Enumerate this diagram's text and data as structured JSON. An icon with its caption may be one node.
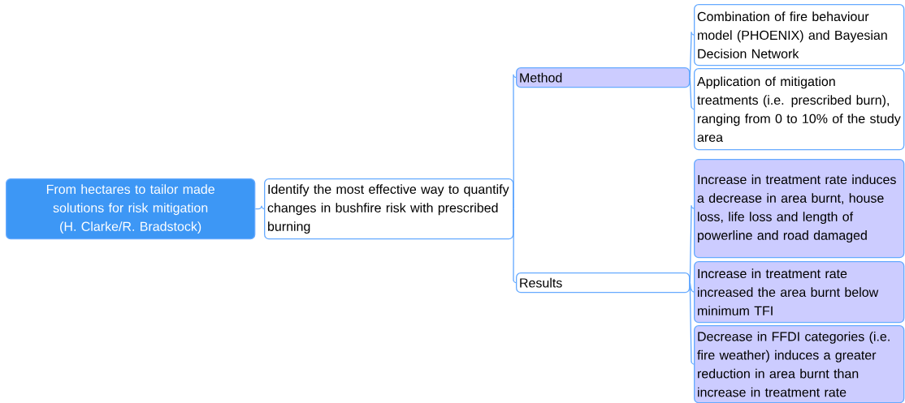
{
  "diagram": {
    "nodes": [
      {
        "text": [
          "From hectares to tailor made solutions for risk mitigation (H. Clarke/R. Bradstock)"
        ]
      },
      {
        "text": [
          "Identify the most effective way to quantify changes in bushfire risk with prescribed burning"
        ]
      },
      {
        "text": [
          "Method"
        ]
      },
      {
        "text": [
          "Results"
        ]
      },
      {
        "text": [
          "Combination of fire behaviour model (PHOENIX) and Bayesian Decision Network"
        ]
      },
      {
        "text": [
          "Application of mitigation treatments (i.e. prescribed burn), ranging from 0 to 10% of the study area"
        ]
      },
      {
        "text": [
          "Increase in treatment rate induces a decrease in area burnt, house loss, life loss and length of powerline and road damaged"
        ]
      },
      {
        "text": [
          "Increase in treatment rate increased the area burnt below minimum TFI"
        ]
      },
      {
        "text": [
          "Decrease in FFDI categories (i.e. fire weather) induces a greater reduction in area burnt than increase in treatment rate"
        ]
      }
    ],
    "edges": [
      {
        "from": 0,
        "to": 1,
        "arrow": "none"
      },
      {
        "from": 1,
        "to": 2,
        "arrow": "none"
      },
      {
        "from": 1,
        "to": 3,
        "arrow": "none"
      },
      {
        "from": 2,
        "to": 4,
        "arrow": "none"
      },
      {
        "from": 2,
        "to": 5,
        "arrow": "none"
      },
      {
        "from": 3,
        "to": 6,
        "arrow": "none"
      },
      {
        "from": 3,
        "to": 7,
        "arrow": "none"
      },
      {
        "from": 3,
        "to": 8,
        "arrow": "none"
      }
    ]
  }
}
